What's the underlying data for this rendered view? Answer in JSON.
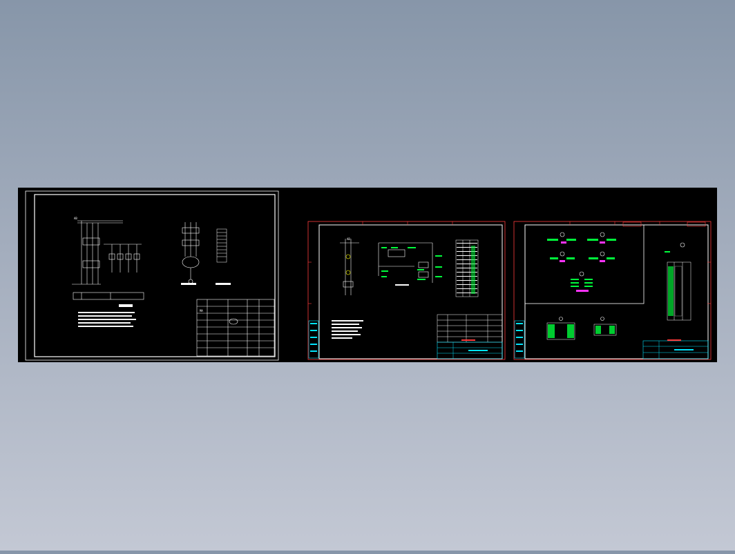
{
  "viewer": {
    "background_top": "#8796a9",
    "background_bottom": "#c3c8d4",
    "sheet_color": "#000000"
  },
  "colors": {
    "white": "#ffffff",
    "red": "#ff3b3b",
    "green": "#00ff3c",
    "cyan": "#00e5ff",
    "magenta": "#ff33ff",
    "yellow": "#ffff00"
  },
  "drawings": {
    "sheet1": {
      "text_ab": "AB",
      "text_ma": "MA"
    },
    "sheet2": {
      "text_ab": "AB"
    },
    "sheet3": {}
  }
}
